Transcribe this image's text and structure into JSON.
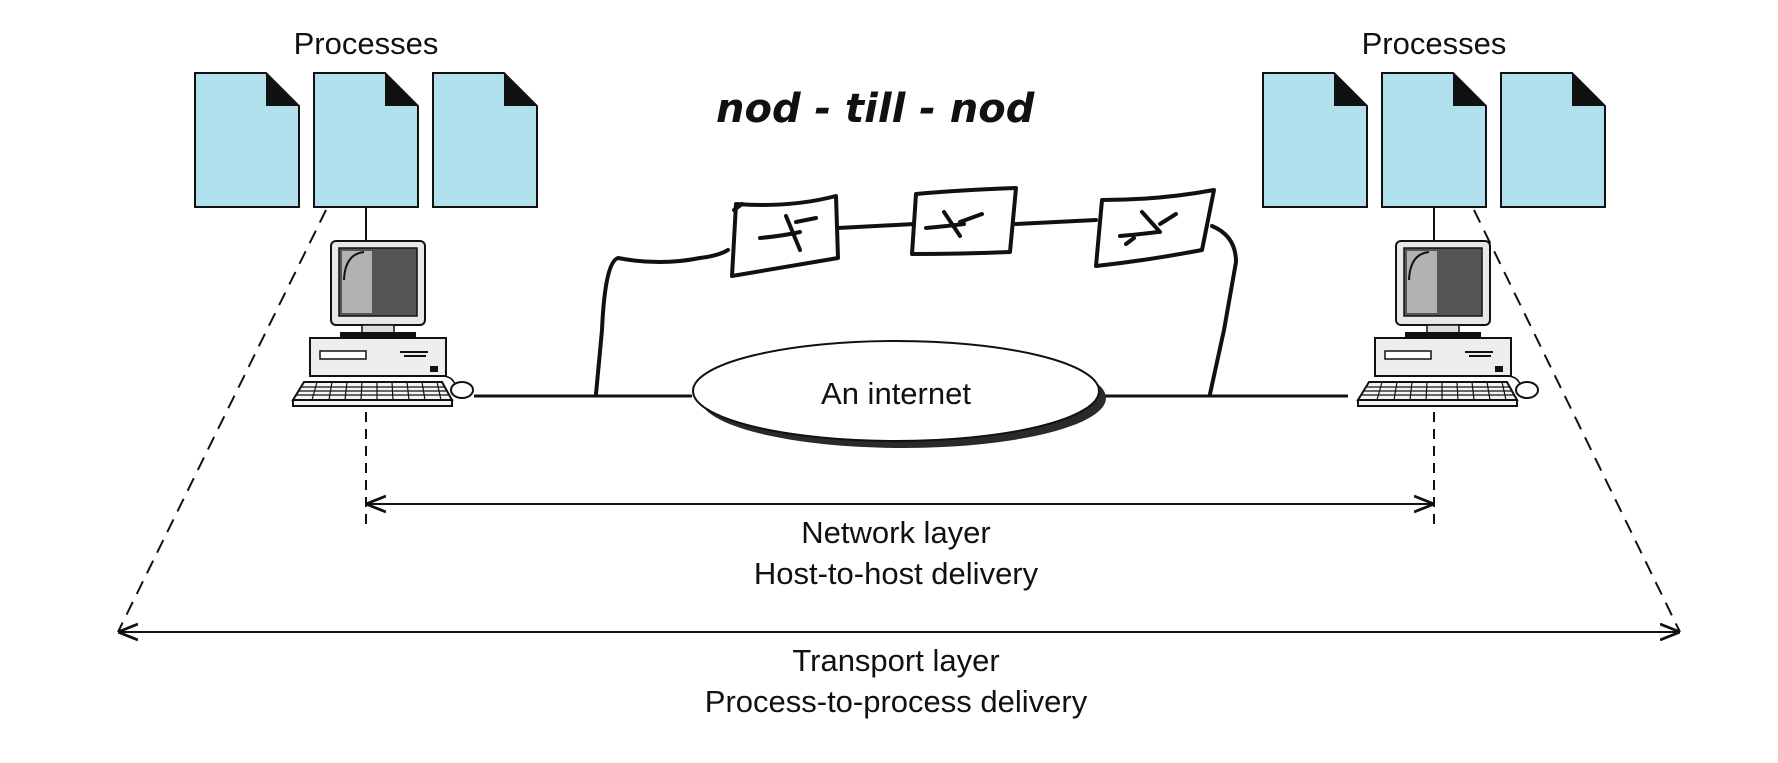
{
  "diagram": {
    "left_processes_label": "Processes",
    "right_processes_label": "Processes",
    "handwritten_note": "nod - till - nod",
    "cloud_label": "An internet",
    "network_layer": {
      "line1": "Network layer",
      "line2": "Host-to-host delivery"
    },
    "transport_layer": {
      "line1": "Transport layer",
      "line2": "Process-to-process delivery"
    },
    "colors": {
      "document_fill": "#b0e0ec",
      "stroke": "#111111",
      "shadow": "#2a2a2a"
    },
    "icons": [
      "document-icon",
      "computer-icon",
      "router-sketch-icon"
    ]
  }
}
